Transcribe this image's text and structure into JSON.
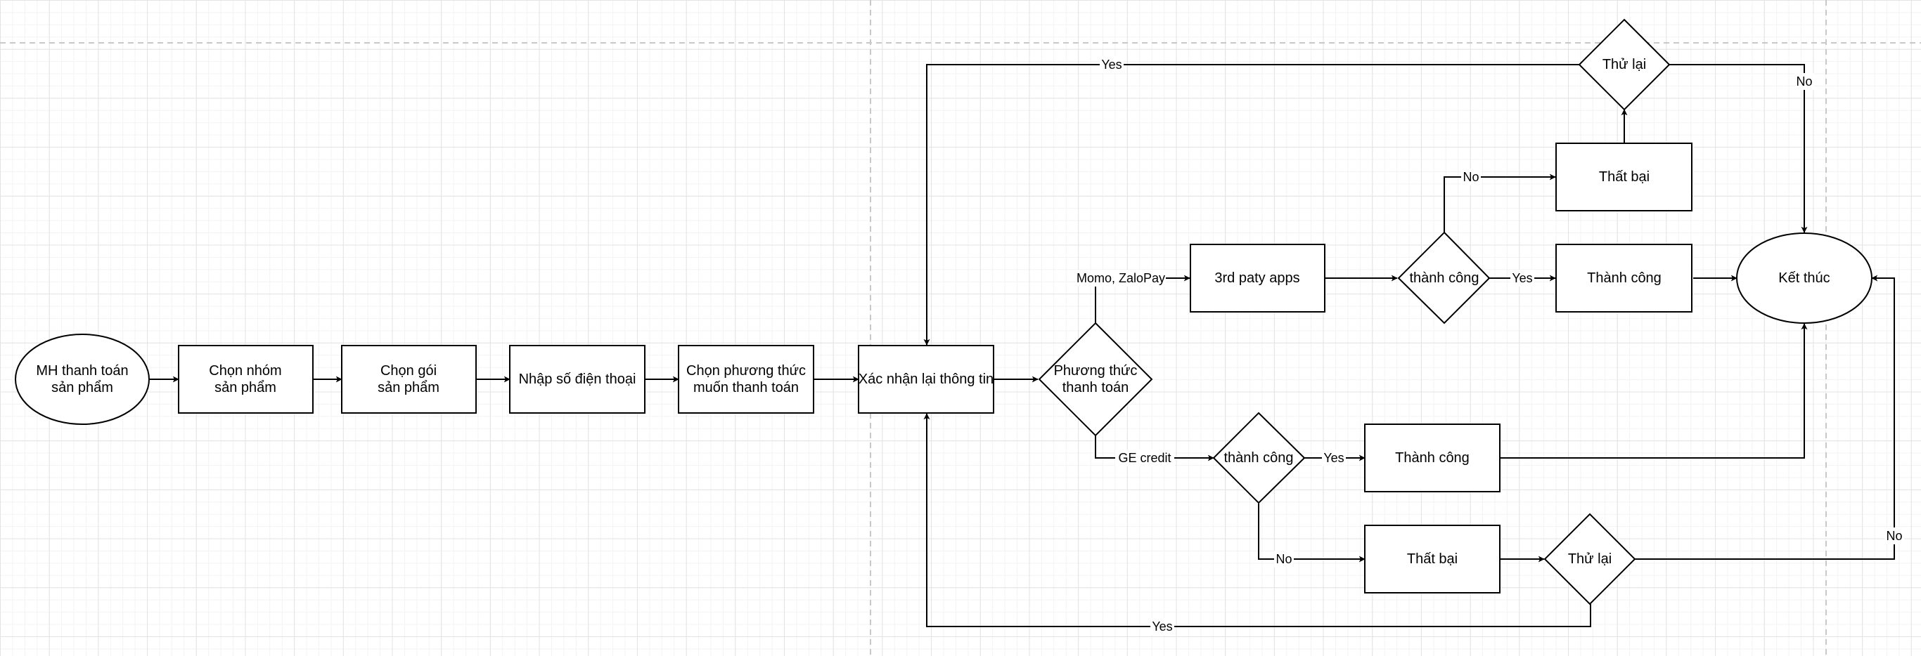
{
  "canvas": {
    "background": "#ffffff",
    "grid": true
  },
  "nodes": {
    "mh_thanh_toan": {
      "line1": "MH thanh toán",
      "line2": "sản phẩm"
    },
    "chon_nhom": {
      "line1": "Chọn nhóm",
      "line2": "sản phẩm"
    },
    "chon_goi": {
      "line1": "Chọn gói",
      "line2": "sản phẩm"
    },
    "nhap_sdt": {
      "label": "Nhập số điện thoại"
    },
    "chon_phuong_thuc": {
      "line1": "Chọn phương thức",
      "line2": "muốn thanh toán"
    },
    "xac_nhan": {
      "label": "Xác nhận lại thông tin"
    },
    "phuong_thuc": {
      "line1": "Phương thức",
      "line2": "thanh toán"
    },
    "third_party": {
      "label": "3rd paty apps"
    },
    "thanh_cong_check_top": {
      "label": "thành công"
    },
    "that_bai_top": {
      "label": "Thất bại"
    },
    "thu_lai_top": {
      "label": "Thử lại"
    },
    "thanh_cong_top": {
      "label": "Thành công"
    },
    "ket_thuc": {
      "label": "Kết thúc"
    },
    "thanh_cong_check_bottom": {
      "label": "thành công"
    },
    "thanh_cong_bottom": {
      "label": "Thành công"
    },
    "that_bai_bottom": {
      "label": "Thất bại"
    },
    "thu_lai_bottom": {
      "label": "Thử lại"
    }
  },
  "edges": {
    "momo_zalopay": "Momo, ZaloPay",
    "ge_credit": "GE credit",
    "top_retry_yes": "Yes",
    "top_retry_no": "No",
    "top_check_no": "No",
    "top_check_yes": "Yes",
    "bottom_check_yes": "Yes",
    "bottom_check_no": "No",
    "bottom_retry_no": "No",
    "bottom_retry_yes": "Yes"
  },
  "colors": {
    "stroke": "#000000",
    "fill": "#ffffff",
    "grid": "#e3e3e3",
    "page_break": "#c8c8c8"
  }
}
